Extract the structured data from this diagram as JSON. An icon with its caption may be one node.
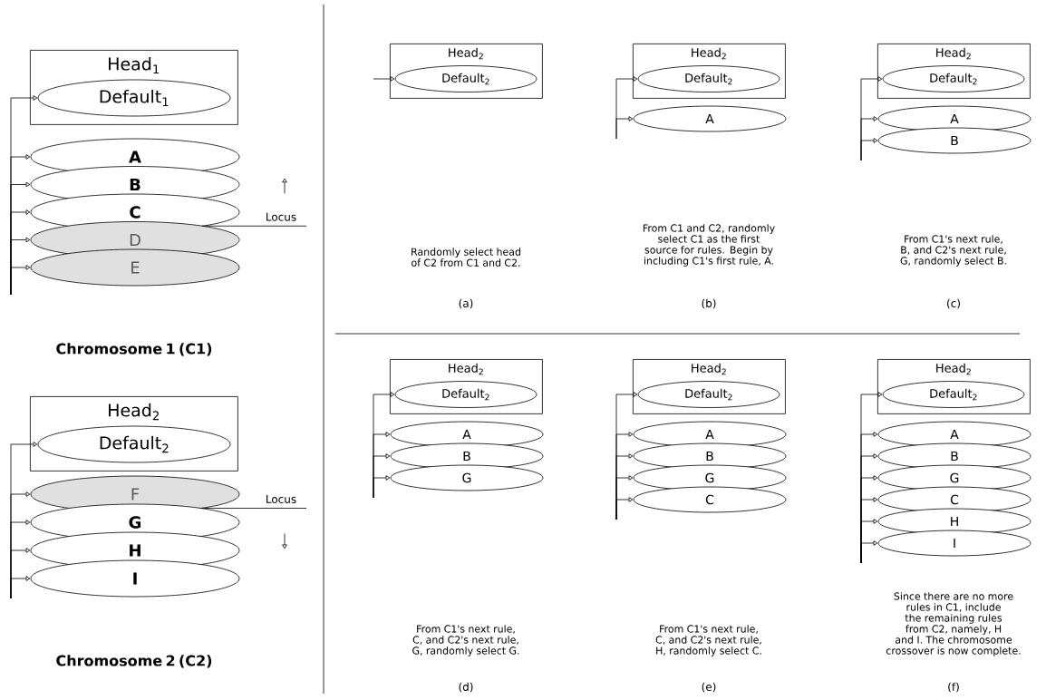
{
  "diagram": {
    "nodes": [
      {
        "text": [
          "Head$_{1}$"
        ]
      },
      {
        "text": [
          "Default$_{1}$"
        ],
        "in": 0
      },
      {
        "text": [
          "A"
        ]
      },
      {
        "text": [
          "B"
        ]
      },
      {
        "text": [
          "C"
        ]
      },
      {
        "text": [
          "D"
        ]
      },
      {
        "text": [
          "E"
        ]
      },
      {
        "text": [
          "Head$_{2}$"
        ]
      },
      {
        "text": [
          "Default$_{2}$"
        ],
        "in": 7
      },
      {
        "text": [
          "F"
        ]
      },
      {
        "text": [
          "G"
        ]
      },
      {
        "text": [
          "H"
        ]
      },
      {
        "text": [
          "I"
        ]
      },
      {
        "text": [
          "Head$_{2}$"
        ]
      },
      {
        "text": [
          "Default$_{2}$"
        ],
        "in": 13
      },
      {
        "text": [
          "Head$_{2}$"
        ]
      },
      {
        "text": [
          "Default$_{2}$"
        ],
        "in": 15
      },
      {
        "text": [
          "A"
        ]
      },
      {
        "text": [
          "Head$_{2}$"
        ]
      },
      {
        "text": [
          "Default$_{2}$"
        ],
        "in": 18
      },
      {
        "text": [
          "A"
        ]
      },
      {
        "text": [
          "B"
        ]
      },
      {
        "text": [
          "Head$_{2}$"
        ]
      },
      {
        "text": [
          "Default$_{2}$"
        ],
        "in": 22
      },
      {
        "text": [
          "A"
        ]
      },
      {
        "text": [
          "B"
        ]
      },
      {
        "text": [
          "G"
        ]
      },
      {
        "text": [
          "Head$_{2}$"
        ]
      },
      {
        "text": [
          "Default$_{2}$"
        ],
        "in": 27
      },
      {
        "text": [
          "A"
        ]
      },
      {
        "text": [
          "B"
        ]
      },
      {
        "text": [
          "G"
        ]
      },
      {
        "text": [
          "C"
        ]
      },
      {
        "text": [
          "Head$_{2}$"
        ]
      },
      {
        "text": [
          "Default$_{2}$"
        ],
        "in": 33
      },
      {
        "text": [
          "A"
        ]
      },
      {
        "text": [
          "B"
        ]
      },
      {
        "text": [
          "G"
        ]
      },
      {
        "text": [
          "C"
        ]
      },
      {
        "text": [
          "H"
        ]
      },
      {
        "text": [
          "I"
        ]
      }
    ],
    "edges": [
      {
        "from": null,
        "to": 1,
        "arrow": "to"
      },
      {
        "from": null,
        "to": 2,
        "arrow": "to"
      },
      {
        "from": null,
        "to": 3,
        "arrow": "to"
      },
      {
        "from": null,
        "to": 4,
        "arrow": "to"
      },
      {
        "from": null,
        "to": 5,
        "arrow": "to"
      },
      {
        "from": null,
        "to": 6,
        "arrow": "to"
      },
      {
        "from": null,
        "to": 8,
        "arrow": "to"
      },
      {
        "from": null,
        "to": 9,
        "arrow": "to"
      },
      {
        "from": null,
        "to": 10,
        "arrow": "to"
      },
      {
        "from": null,
        "to": 11,
        "arrow": "to"
      },
      {
        "from": null,
        "to": 12,
        "arrow": "to"
      },
      {
        "from": null,
        "to": 14,
        "arrow": "to"
      },
      {
        "from": null,
        "to": 16,
        "arrow": "to"
      },
      {
        "from": null,
        "to": 17,
        "arrow": "to"
      },
      {
        "from": null,
        "to": 19,
        "arrow": "to"
      },
      {
        "from": null,
        "to": 20,
        "arrow": "to"
      },
      {
        "from": null,
        "to": 21,
        "arrow": "to"
      },
      {
        "from": null,
        "to": 23,
        "arrow": "to"
      },
      {
        "from": null,
        "to": 24,
        "arrow": "to"
      },
      {
        "from": null,
        "to": 25,
        "arrow": "to"
      },
      {
        "from": null,
        "to": 26,
        "arrow": "to"
      },
      {
        "from": null,
        "to": 28,
        "arrow": "to"
      },
      {
        "from": null,
        "to": 29,
        "arrow": "to"
      },
      {
        "from": null,
        "to": 30,
        "arrow": "to"
      },
      {
        "from": null,
        "to": 31,
        "arrow": "to"
      },
      {
        "from": null,
        "to": 32,
        "arrow": "to"
      },
      {
        "from": null,
        "to": 34,
        "arrow": "to"
      },
      {
        "from": null,
        "to": 35,
        "arrow": "to"
      },
      {
        "from": null,
        "to": 36,
        "arrow": "to"
      },
      {
        "from": null,
        "to": 37,
        "arrow": "to"
      },
      {
        "from": null,
        "to": 38,
        "arrow": "to"
      },
      {
        "from": null,
        "to": 39,
        "arrow": "to"
      },
      {
        "from": null,
        "to": 40,
        "arrow": "to"
      }
    ],
    "labels": [
      "Locus",
      "Chromosome 1 (C1)",
      "Locus",
      "Chromosome 2 (C2)",
      "Randomly select head of C2 from C1 and C2.",
      "From C1 and C2, randomly select C1 as the first source for rules. Begin by including C1's first rule, A.",
      "From C1's next rule, B, and C2's next rule, G, randomly select B.",
      "(a)",
      "(b)",
      "(c)",
      "From C1's next rule, C, and C2's next rule, G, randomly select G.",
      "From C1's next rule, C, and C2's next rule, H, randomly select C.",
      "Since there are no more rules in C1, include the remaining rules from C2, namely, H and I. The chromosome crossover is now complete.",
      "(d)",
      "(e)",
      "(f)"
    ]
  }
}
